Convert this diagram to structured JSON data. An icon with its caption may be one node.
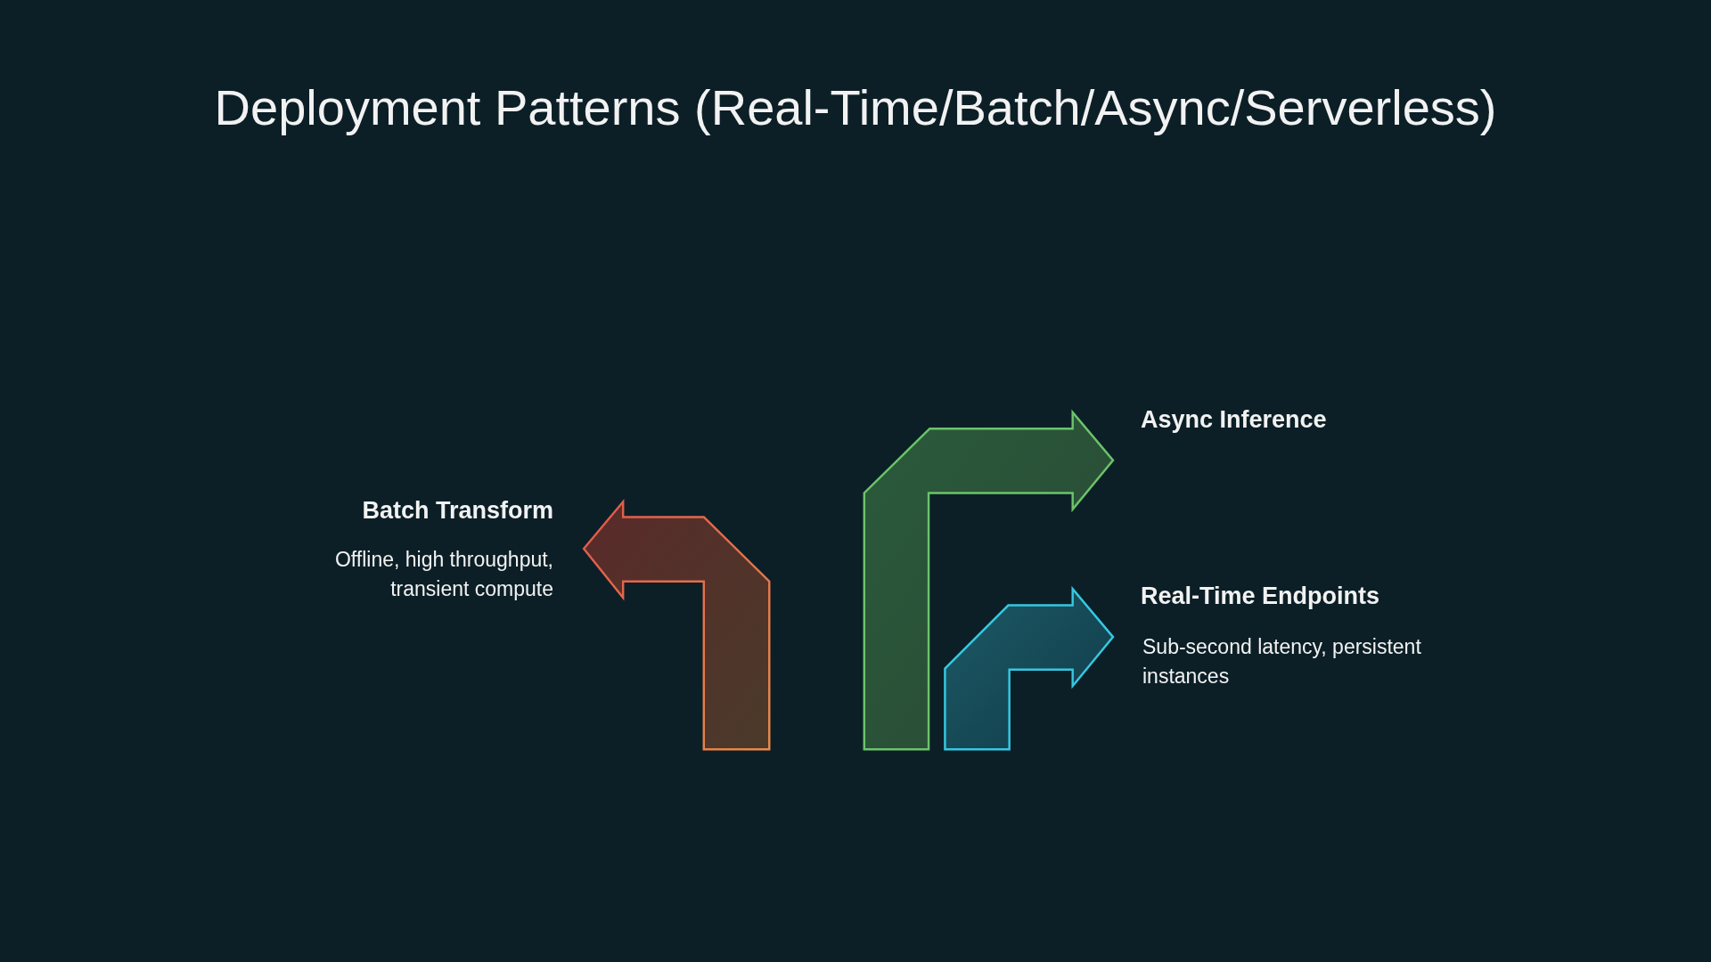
{
  "diagram": {
    "title": "Deployment Patterns (Real-Time/Batch/Async/Serverless)",
    "labels": [
      "Batch Transform",
      "Offline, high throughput, transient compute",
      "Async Inference",
      "Real-Time Endpoints",
      "Sub-second latency, persistent instances"
    ]
  }
}
